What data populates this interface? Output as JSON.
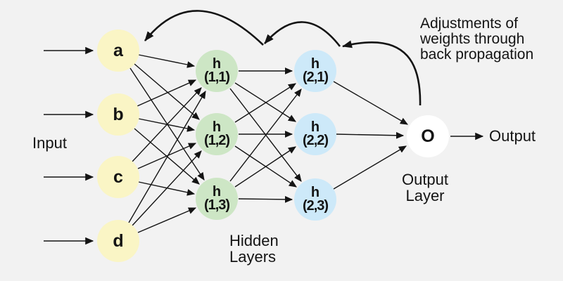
{
  "colors": {
    "background": "#f2f2f2",
    "input_node": "#faf5c5",
    "hidden1_node": "#cde6c5",
    "hidden2_node": "#cde9f9",
    "output_node": "#ffffff",
    "line": "#141414"
  },
  "nodes": {
    "input": [
      {
        "label": "a"
      },
      {
        "label": "b"
      },
      {
        "label": "c"
      },
      {
        "label": "d"
      }
    ],
    "hidden1": [
      {
        "line1": "h",
        "line2": "(1,1)"
      },
      {
        "line1": "h",
        "line2": "(1,2)"
      },
      {
        "line1": "h",
        "line2": "(1,3)"
      }
    ],
    "hidden2": [
      {
        "line1": "h",
        "line2": "(2,1)"
      },
      {
        "line1": "h",
        "line2": "(2,2)"
      },
      {
        "line1": "h",
        "line2": "(2,3)"
      }
    ],
    "output": {
      "label": "O"
    }
  },
  "labels": {
    "input": "Input",
    "hidden_line1": "Hidden",
    "hidden_line2": "Layers",
    "output_layer_line1": "Output",
    "output_layer_line2": "Layer",
    "output": "Output",
    "backprop_line1": "Adjustments of",
    "backprop_line2": "weights through",
    "backprop_line3": "back propagation"
  }
}
